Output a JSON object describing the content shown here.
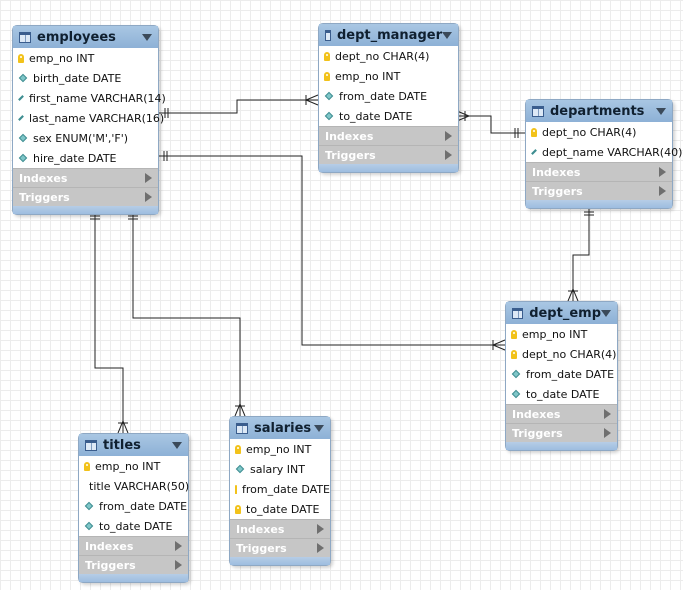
{
  "sections": {
    "indexes": "Indexes",
    "triggers": "Triggers"
  },
  "entities": {
    "employees": {
      "name": "employees",
      "columns": [
        {
          "text": "emp_no INT",
          "icon": "key"
        },
        {
          "text": "birth_date DATE",
          "icon": "diamond"
        },
        {
          "text": "first_name VARCHAR(14)",
          "icon": "diamond"
        },
        {
          "text": "last_name VARCHAR(16)",
          "icon": "diamond"
        },
        {
          "text": "sex ENUM('M','F')",
          "icon": "diamond"
        },
        {
          "text": "hire_date DATE",
          "icon": "diamond"
        }
      ]
    },
    "dept_manager": {
      "name": "dept_manager",
      "columns": [
        {
          "text": "dept_no CHAR(4)",
          "icon": "key"
        },
        {
          "text": "emp_no INT",
          "icon": "key"
        },
        {
          "text": "from_date DATE",
          "icon": "diamond"
        },
        {
          "text": "to_date DATE",
          "icon": "diamond"
        }
      ]
    },
    "departments": {
      "name": "departments",
      "columns": [
        {
          "text": "dept_no CHAR(4)",
          "icon": "key"
        },
        {
          "text": "dept_name VARCHAR(40)",
          "icon": "diamond"
        }
      ]
    },
    "dept_emp": {
      "name": "dept_emp",
      "columns": [
        {
          "text": "emp_no INT",
          "icon": "key"
        },
        {
          "text": "dept_no CHAR(4)",
          "icon": "key"
        },
        {
          "text": "from_date DATE",
          "icon": "diamond"
        },
        {
          "text": "to_date DATE",
          "icon": "diamond"
        }
      ]
    },
    "titles": {
      "name": "titles",
      "columns": [
        {
          "text": "emp_no INT",
          "icon": "key"
        },
        {
          "text": "title VARCHAR(50)",
          "icon": "key"
        },
        {
          "text": "from_date DATE",
          "icon": "diamond"
        },
        {
          "text": "to_date DATE",
          "icon": "diamond"
        }
      ]
    },
    "salaries": {
      "name": "salaries",
      "columns": [
        {
          "text": "emp_no INT",
          "icon": "key"
        },
        {
          "text": "salary INT",
          "icon": "diamond"
        },
        {
          "text": "from_date DATE",
          "icon": "key"
        },
        {
          "text": "to_date DATE",
          "icon": "key"
        }
      ]
    }
  },
  "colors": {
    "header": "#8db1d6",
    "section": "#c6c6c6",
    "key": "#f2c21a",
    "diamond": "#7fc6c8"
  }
}
